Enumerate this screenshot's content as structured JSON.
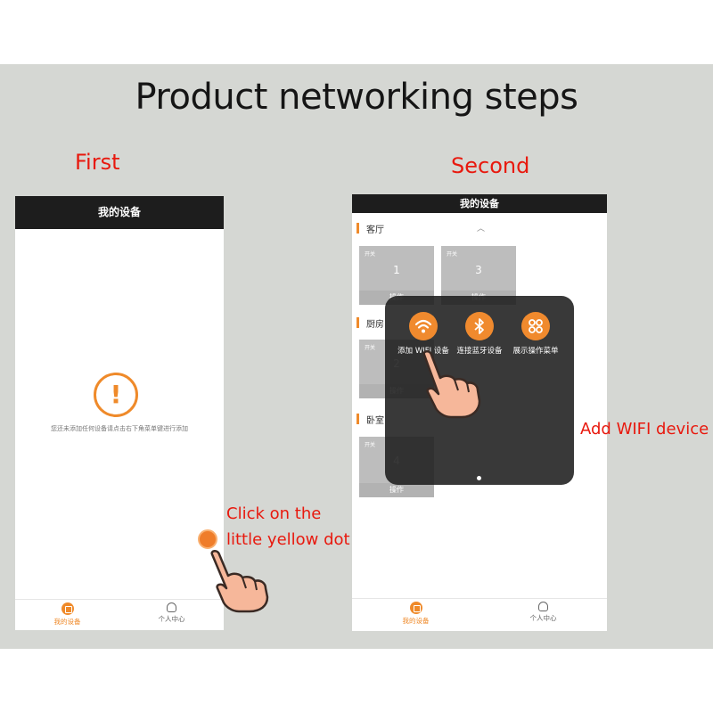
{
  "title": "Product networking steps",
  "steps": {
    "first": "First",
    "second": "Second"
  },
  "annotations": {
    "click_line1": "Click on the",
    "click_line2": "little yellow dot",
    "add_wifi": "Add WIFI device"
  },
  "colors": {
    "accent": "#ef8a2a",
    "annotation": "#e8190e",
    "header": "#1d1d1d",
    "panel_bg": "#d5d7d3"
  },
  "phone1": {
    "header_title": "我的设备",
    "empty_icon": "exclamation-icon",
    "empty_text": "您还未添加任何设备请点击右下角菜单键进行添加",
    "tabs": [
      {
        "label": "我的设备",
        "icon": "home-device-icon",
        "active": true
      },
      {
        "label": "个人中心",
        "icon": "user-icon",
        "active": false
      }
    ]
  },
  "phone2": {
    "header_title": "我的设备",
    "rooms": [
      {
        "name": "客厅",
        "devices": [
          {
            "number": "1",
            "action": "操作"
          },
          {
            "number": "3",
            "action": "操作"
          }
        ]
      },
      {
        "name": "厨房",
        "devices": [
          {
            "number": "2",
            "action": "操作"
          }
        ]
      },
      {
        "name": "卧室",
        "devices": [
          {
            "number": "4",
            "action": "操作"
          }
        ]
      }
    ],
    "card_glyph": "开关",
    "menu": [
      {
        "label": "添加 WIFI 设备",
        "icon": "wifi-icon"
      },
      {
        "label": "连接蓝牙设备",
        "icon": "bluetooth-icon"
      },
      {
        "label": "展示操作菜单",
        "icon": "menu-grid-icon"
      }
    ],
    "tabs": [
      {
        "label": "我的设备",
        "icon": "home-device-icon",
        "active": true
      },
      {
        "label": "个人中心",
        "icon": "user-icon",
        "active": false
      }
    ]
  }
}
